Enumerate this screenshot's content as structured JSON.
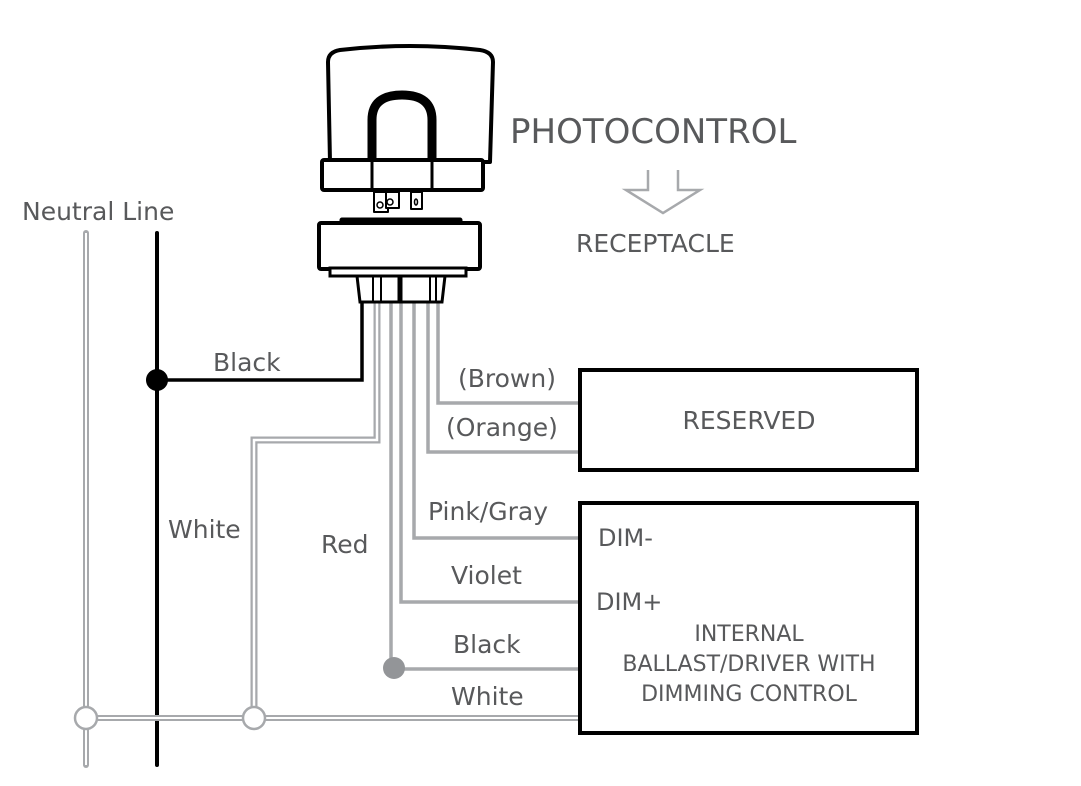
{
  "title": "PHOTOCONTROL",
  "subtitle": "RECEPTACLE",
  "neutral_line_label": "Neutral Line",
  "wires": {
    "line_black": "Black",
    "neutral_white": "White",
    "red": "Red",
    "brown": "(Brown)",
    "orange": "(Orange)",
    "pink_gray": "Pink/Gray",
    "violet": "Violet",
    "load_black": "Black",
    "load_white": "White"
  },
  "reserved_box": {
    "label": "RESERVED"
  },
  "driver_box": {
    "dim_minus": "DIM-",
    "dim_plus": "DIM+",
    "line1": "INTERNAL",
    "line2": "BALLAST/DRIVER WITH",
    "line3": "DIMMING CONTROL"
  },
  "colors": {
    "wire_gray": "#a7a9ac",
    "text": "#58595b",
    "black": "#000000",
    "dot_gray": "#939598"
  }
}
